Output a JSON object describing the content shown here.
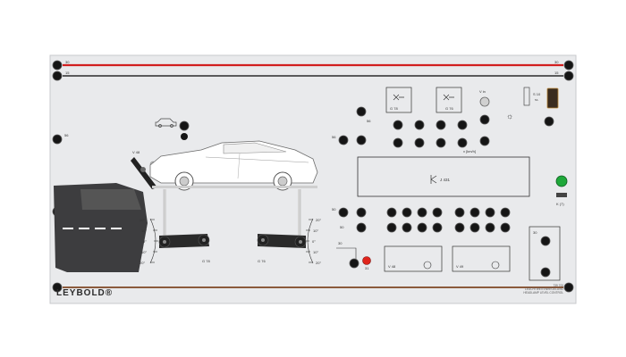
{
  "rails": {
    "top_left": "30",
    "top_left_2": "15",
    "top_right": "30",
    "top_right_2": "15",
    "colors": {
      "red": "#d21f1f",
      "dark": "#2b2b2b",
      "brown": "#8b5a3c"
    }
  },
  "labels": {
    "v48": "V 48",
    "g78_sensor": "G 78",
    "g76_sensor": "G 76",
    "g78_box": "G 78",
    "g76_box": "G 76",
    "v_in": "V in",
    "s10": "S 10",
    "s10_sub": "5A",
    "speed": "v [km/h]",
    "j431": "J 431",
    "k7": "K (7)",
    "v48_box": "V 48",
    "v49_box": "V 49",
    "n56_left": "56",
    "n56_mid": "56",
    "n56_right": "56",
    "n50_mid": "50",
    "n50_right": "50",
    "n30_bottom": "30",
    "n30_box": "30",
    "n31_bottom": "31"
  },
  "scale_left": [
    "20°",
    "10°",
    "0°",
    "10°",
    "20°"
  ],
  "scale_right": [
    "20°",
    "10°",
    "0°",
    "10°",
    "20°"
  ],
  "brand": "LEYBOLD®",
  "caption_lines": [
    "739 700",
    "LEUCHTWEITENREGELUNG",
    "HEADLAMP LEVEL CONTROL"
  ],
  "accent": {
    "green": "#1fa83a",
    "red_button": "#e0241b",
    "panel": "#e9eaec"
  }
}
